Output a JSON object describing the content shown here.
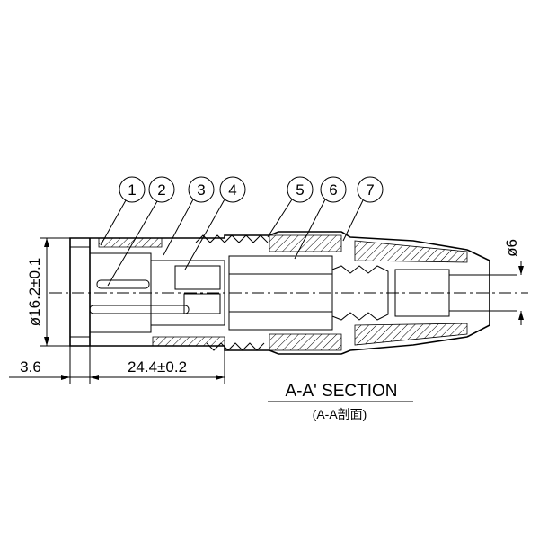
{
  "balloons": [
    {
      "label": "1"
    },
    {
      "label": "2"
    },
    {
      "label": "3"
    },
    {
      "label": "4"
    },
    {
      "label": "5"
    },
    {
      "label": "6"
    },
    {
      "label": "7"
    }
  ],
  "dimensions": {
    "diameter_body": "ø16.2±0.1",
    "diameter_cable": "ø6",
    "length_front": "3.6",
    "length_body": "24.4±0.2"
  },
  "section": {
    "title": "A-A' SECTION",
    "subtitle": "(A-A剖面)"
  }
}
